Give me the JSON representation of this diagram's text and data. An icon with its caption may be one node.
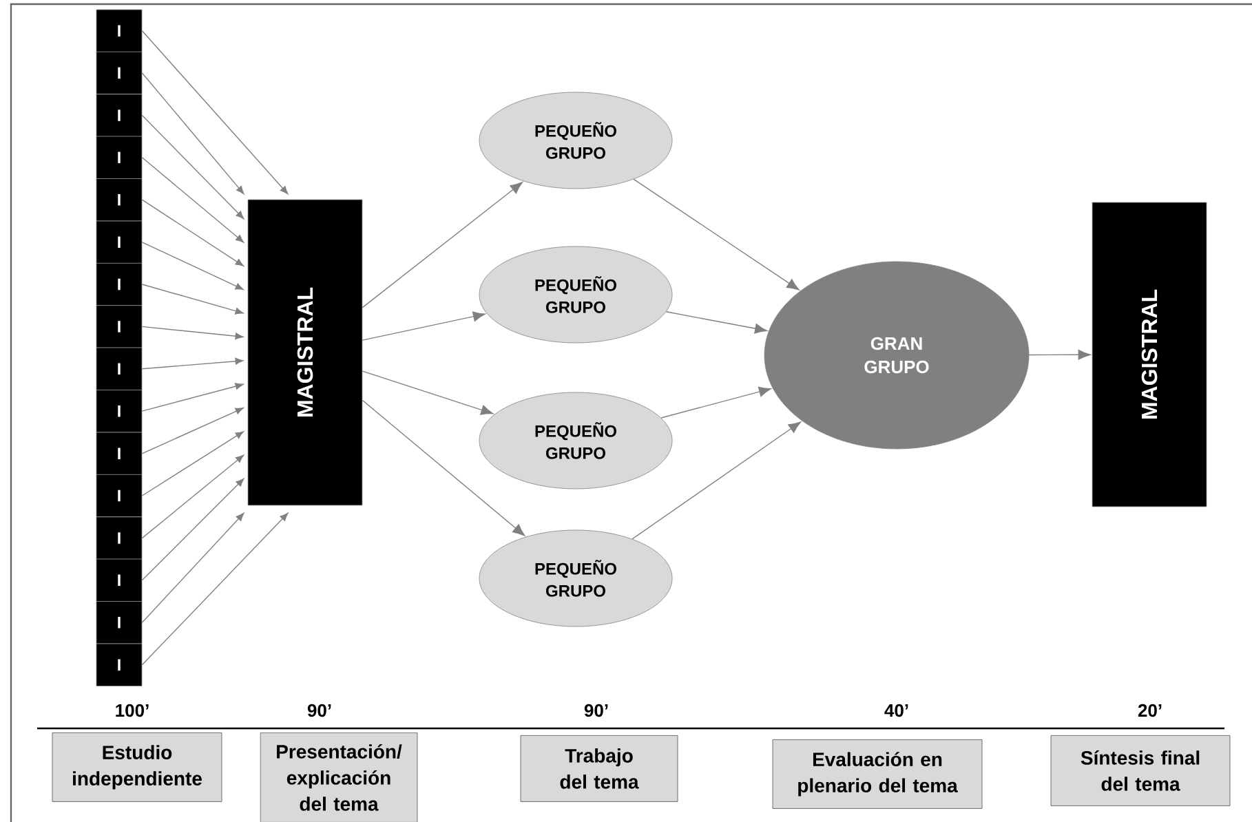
{
  "diagram": {
    "nodes": [
      {
        "text": [
          "I"
        ]
      },
      {
        "text": [
          "I"
        ]
      },
      {
        "text": [
          "I"
        ]
      },
      {
        "text": [
          "I"
        ]
      },
      {
        "text": [
          "I"
        ]
      },
      {
        "text": [
          "I"
        ]
      },
      {
        "text": [
          "I"
        ]
      },
      {
        "text": [
          "I"
        ]
      },
      {
        "text": [
          "I"
        ]
      },
      {
        "text": [
          "I"
        ]
      },
      {
        "text": [
          "I"
        ]
      },
      {
        "text": [
          "I"
        ]
      },
      {
        "text": [
          "I"
        ]
      },
      {
        "text": [
          "I"
        ]
      },
      {
        "text": [
          "I"
        ]
      },
      {
        "text": [
          "I"
        ]
      },
      {
        "text": [
          "MAGISTRAL"
        ]
      },
      {
        "text": [
          "PEQUEÑO GRUPO"
        ]
      },
      {
        "text": [
          "PEQUEÑO GRUPO"
        ]
      },
      {
        "text": [
          "PEQUEÑO GRUPO"
        ]
      },
      {
        "text": [
          "PEQUEÑO GRUPO"
        ]
      },
      {
        "text": [
          "GRAN GRUPO"
        ]
      },
      {
        "text": [
          "MAGISTRAL"
        ]
      },
      {
        "text": [
          "Estudio independiente"
        ],
        "beside": [
          "100’"
        ]
      },
      {
        "text": [
          "Presentación/ explicación del tema"
        ],
        "beside": [
          "90’"
        ]
      },
      {
        "text": [
          "Trabajo del tema"
        ],
        "beside": [
          "90’"
        ]
      },
      {
        "text": [
          "Evaluación en plenario del tema"
        ],
        "beside": [
          "40’"
        ]
      },
      {
        "text": [
          "Síntesis final del tema"
        ],
        "beside": [
          "20’"
        ]
      }
    ],
    "edges": [
      {
        "from": 0,
        "to": 16,
        "arrow": "to"
      },
      {
        "from": 1,
        "to": 16,
        "arrow": "to"
      },
      {
        "from": 2,
        "to": 16,
        "arrow": "to"
      },
      {
        "from": 3,
        "to": 16,
        "arrow": "to"
      },
      {
        "from": 4,
        "to": 16,
        "arrow": "to"
      },
      {
        "from": 5,
        "to": 16,
        "arrow": "to"
      },
      {
        "from": 6,
        "to": 16,
        "arrow": "to"
      },
      {
        "from": 7,
        "to": 16,
        "arrow": "to"
      },
      {
        "from": 8,
        "to": 16,
        "arrow": "to"
      },
      {
        "from": 9,
        "to": 16,
        "arrow": "to"
      },
      {
        "from": 10,
        "to": 16,
        "arrow": "to"
      },
      {
        "from": 11,
        "to": 16,
        "arrow": "to"
      },
      {
        "from": 12,
        "to": 16,
        "arrow": "to"
      },
      {
        "from": 13,
        "to": 16,
        "arrow": "to"
      },
      {
        "from": 14,
        "to": 16,
        "arrow": "to"
      },
      {
        "from": 15,
        "to": 16,
        "arrow": "to"
      },
      {
        "from": 16,
        "to": 17,
        "arrow": "to"
      },
      {
        "from": 16,
        "to": 18,
        "arrow": "to"
      },
      {
        "from": 16,
        "to": 19,
        "arrow": "to"
      },
      {
        "from": 16,
        "to": 20,
        "arrow": "to"
      },
      {
        "from": 17,
        "to": 21,
        "arrow": "to"
      },
      {
        "from": 18,
        "to": 21,
        "arrow": "to"
      },
      {
        "from": 19,
        "to": 21,
        "arrow": "to"
      },
      {
        "from": 20,
        "to": 21,
        "arrow": "to"
      },
      {
        "from": 21,
        "to": 22,
        "arrow": "to"
      }
    ]
  }
}
